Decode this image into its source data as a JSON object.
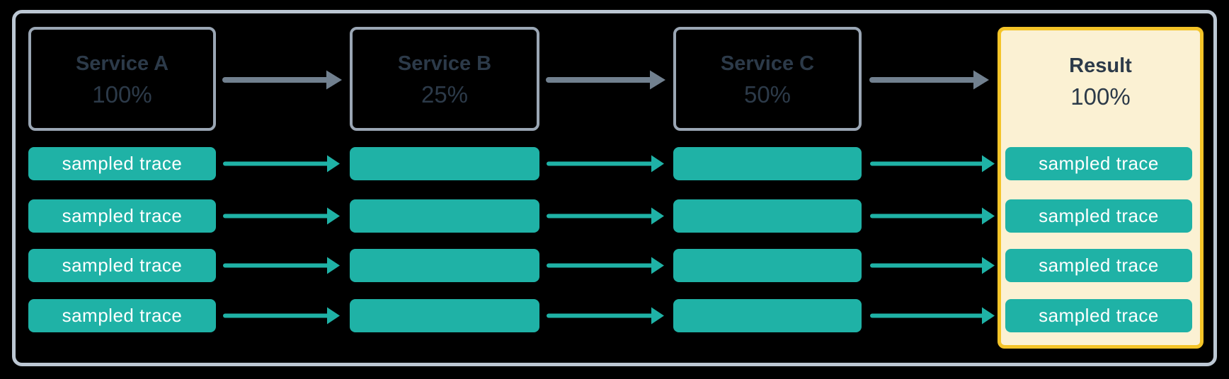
{
  "nodes": [
    {
      "id": "service-a",
      "title": "Service A",
      "value": "100%"
    },
    {
      "id": "service-b",
      "title": "Service B",
      "value": "25%"
    },
    {
      "id": "service-c",
      "title": "Service C",
      "value": "50%"
    },
    {
      "id": "result",
      "title": "Result",
      "value": "100%"
    }
  ],
  "flow": [
    "Service A",
    "Service B",
    "Service C",
    "Result"
  ],
  "trace_rows": [
    {
      "source_label": "sampled trace",
      "middle_label": "",
      "result_label": "sampled trace"
    },
    {
      "source_label": "sampled trace",
      "middle_label": "",
      "result_label": "sampled trace"
    },
    {
      "source_label": "sampled trace",
      "middle_label": "",
      "result_label": "sampled trace"
    },
    {
      "source_label": "sampled trace",
      "middle_label": "",
      "result_label": "sampled trace"
    }
  ],
  "colors": {
    "background": "#000000",
    "frame_border": "#bcc7d3",
    "node_border": "#9aa6b4",
    "node_text": "#2c3a49",
    "trace_fill": "#1fb2a6",
    "trace_text": "#ffffff",
    "flow_arrow": "#71808f",
    "result_fill": "#fbf1d3",
    "result_border": "#f4c428"
  }
}
